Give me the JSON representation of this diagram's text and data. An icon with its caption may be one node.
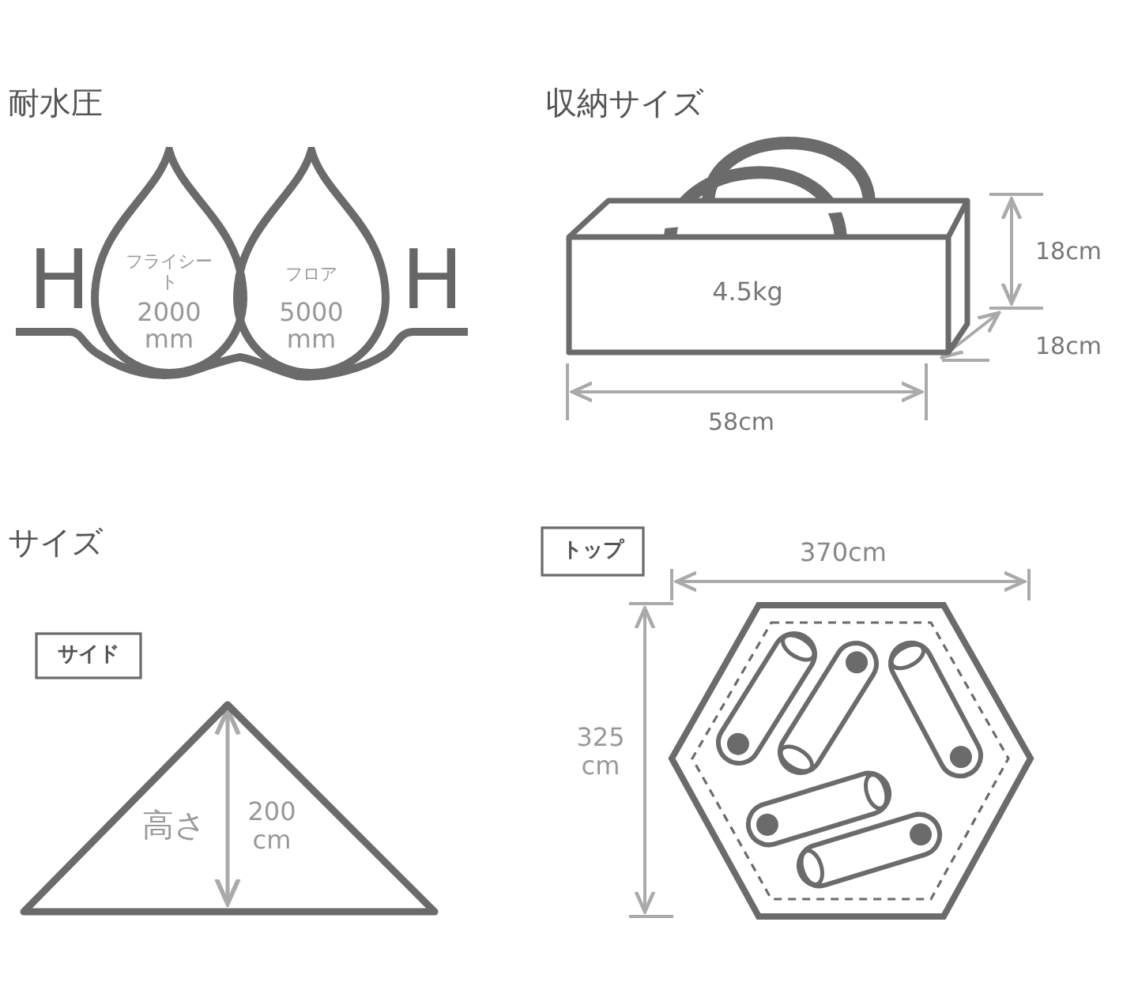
{
  "diagram": {
    "nodes": [
      {
        "text": [
          "フライシート",
          "2000 mm"
        ]
      },
      {
        "text": [
          "フロア",
          "5000 mm"
        ]
      },
      {
        "text": [
          "4.5kg"
        ]
      },
      {
        "text": [
          "サイド"
        ]
      },
      {
        "text": [
          "高さ",
          "200 cm"
        ]
      },
      {
        "text": [
          "トップ"
        ]
      }
    ],
    "labels": [
      "耐水圧",
      "H",
      "H",
      "収納サイズ",
      "18cm",
      "18cm",
      "58cm",
      "サイズ",
      "370cm",
      "325 cm"
    ]
  }
}
